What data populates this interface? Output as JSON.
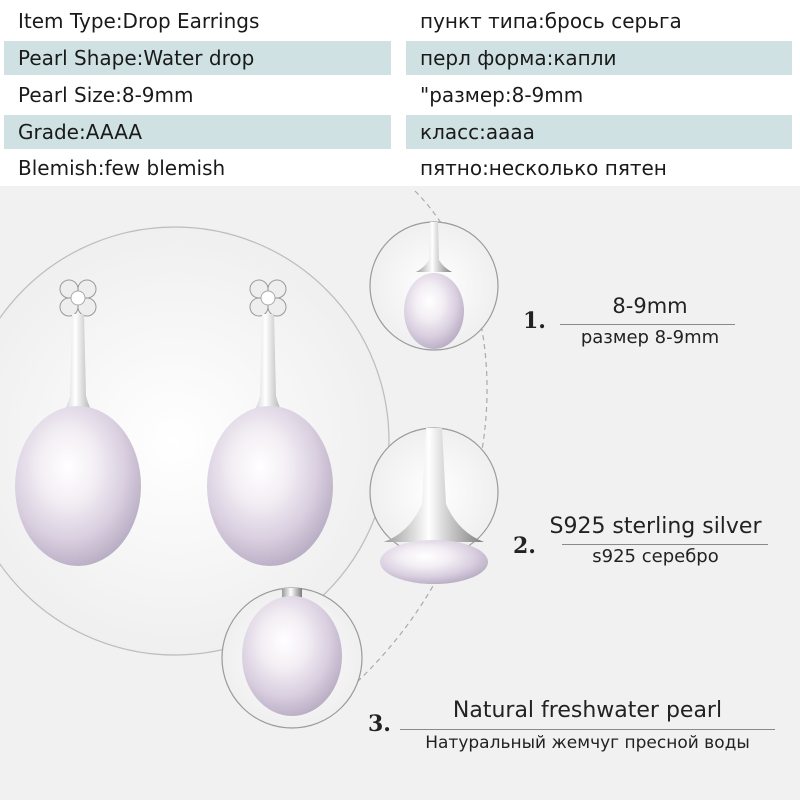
{
  "specs": [
    {
      "label_en": "Item Type:Drop Earrings",
      "label_ru": "пункт типа:брось серьга",
      "shaded": false
    },
    {
      "label_en": "Pearl Shape:Water drop",
      "label_ru": "перл форма:капли",
      "shaded": true
    },
    {
      "label_en": "Pearl Size:8-9mm",
      "label_ru": "\"размер:8-9mm",
      "shaded": false
    },
    {
      "label_en": "Grade:AAAA",
      "label_ru": "класс:аааа",
      "shaded": true
    },
    {
      "label_en": "Blemish:few blemish",
      "label_ru": "пятно:несколько пятен",
      "shaded": false
    }
  ],
  "callouts": [
    {
      "number": "1.",
      "main": "8-9mm",
      "sub": "размер 8-9mm"
    },
    {
      "number": "2.",
      "main": "S925 sterling silver",
      "sub": "s925 серебро"
    },
    {
      "number": "3.",
      "main": "Natural freshwater pearl",
      "sub": "Натуральный жемчуг пресной воды"
    }
  ],
  "colors": {
    "row_shade": "#cfe1e3",
    "background": "#f1f1f1",
    "text": "#1a1a1a"
  }
}
